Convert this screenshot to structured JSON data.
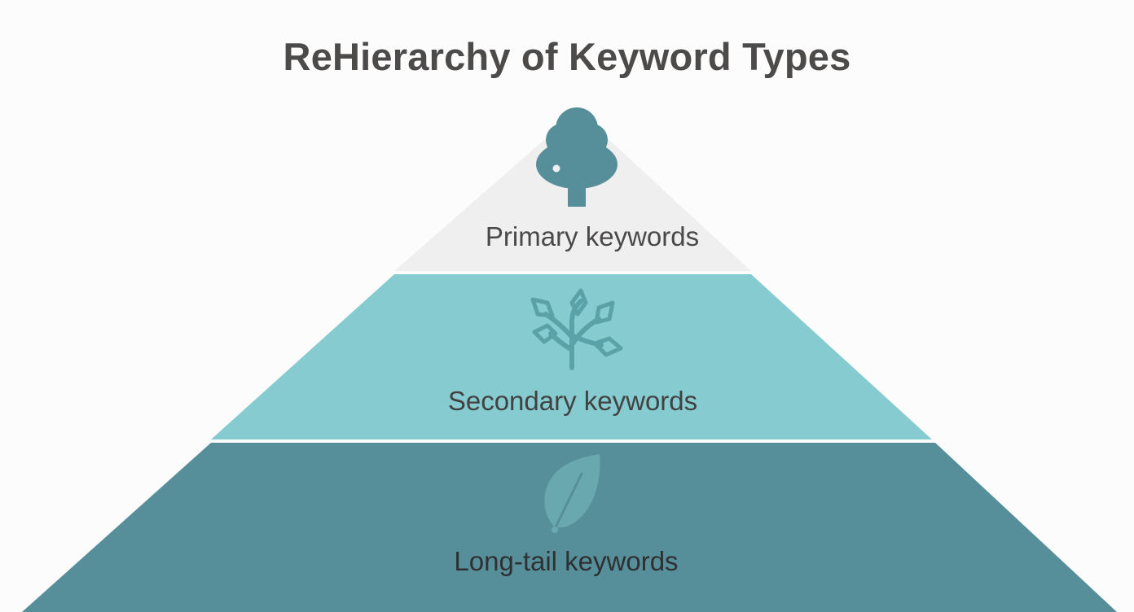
{
  "title": "ReHierarchy of Keyword Types",
  "tiers": [
    {
      "label": "Primary keywords",
      "icon": "tree-icon",
      "color": "#efefef",
      "icon_color": "#568f9a",
      "text_color": "#4b4848"
    },
    {
      "label": "Secondary keywords",
      "icon": "branch-icon",
      "color": "#86cbd0",
      "icon_color": "#5aa2a8",
      "text_color": "#424242"
    },
    {
      "label": "Long-tail keywords",
      "icon": "leaf-icon",
      "color": "#568f9a",
      "icon_color": "#6aa8b0",
      "text_color": "#2e3031"
    }
  ]
}
